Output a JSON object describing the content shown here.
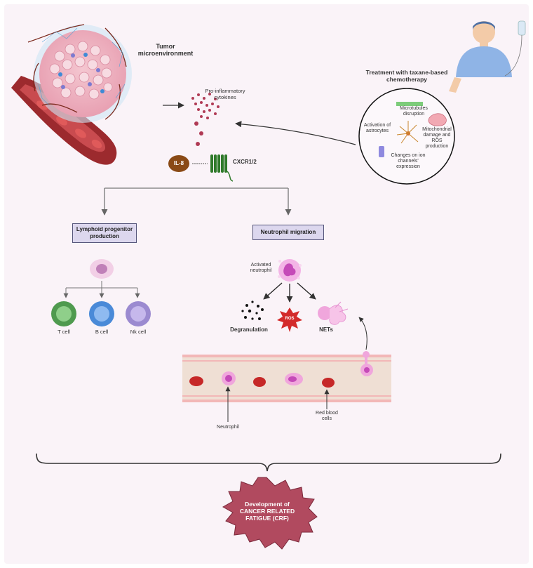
{
  "labels": {
    "tumor": "Tumor microenvironment",
    "treatment": "Treatment with taxane-based chemotherapy",
    "pro_inflammatory": "Pro-inflammatory cytokines",
    "il8": "IL-8",
    "cxcr": "CXCR1/2",
    "microtubules": "Microtubules disruption",
    "astrocytes": "Activation of astrocytes",
    "mitochondrial": "Mitochondrial damage and ROS production",
    "ion_channels": "Changes on ion channels' expression",
    "lymphoid": "Lymphoid progenitor production",
    "neutrophil_migration": "Neutrophil migration",
    "t_cell": "T cell",
    "b_cell": "B cell",
    "nk_cell": "Nk cell",
    "activated_neutrophil": "Activated neutrophil",
    "degranulation": "Degranulation",
    "ros": "ROS",
    "nets": "NETs",
    "neutrophil": "Neutrophil",
    "rbc": "Red blood cells",
    "crf": "Development of CANCER RELATED FATIGUE (CRF)"
  },
  "colors": {
    "background": "#faf3f8",
    "blood_vessel": "#9c2a2e",
    "tumor_cell": "#e9a6b6",
    "il8": "#8a4a16",
    "receptor": "#2f7a2a",
    "box_fill": "#dcd7ee",
    "t_cell": "#4f9a4f",
    "b_cell": "#4a8ad8",
    "nk_cell": "#9b8ad0",
    "neutrophil": "#d06cc8",
    "red_cell": "#c62828",
    "crf_star": "#b14a5f"
  }
}
